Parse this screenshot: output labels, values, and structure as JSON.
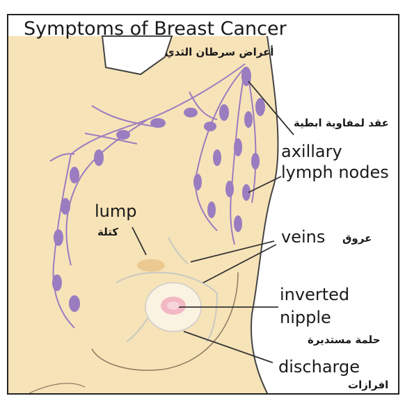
{
  "title": "Symptoms of Breast Cancer",
  "title_ar": "أعراض سرطان الثدي",
  "labels": {
    "lymph_ar": "عقد لمفاوية ابطية",
    "lymph_en_1": "axillary",
    "lymph_en_2": "lymph nodes",
    "lump_en": "lump",
    "lump_ar": "كتلة",
    "veins_en": "veins",
    "veins_ar": "عروق",
    "nipple_en_1": "inverted",
    "nipple_en_2": "nipple",
    "nipple_ar": "حلمة مستديرة",
    "discharge_en": "discharge",
    "discharge_ar": "افرازات"
  },
  "colors": {
    "skin": "#f7e3b8",
    "outline": "#444444",
    "lymph": "#9a7cc0",
    "areola": "#f2b8c3",
    "vein": "#c9c9c0"
  }
}
